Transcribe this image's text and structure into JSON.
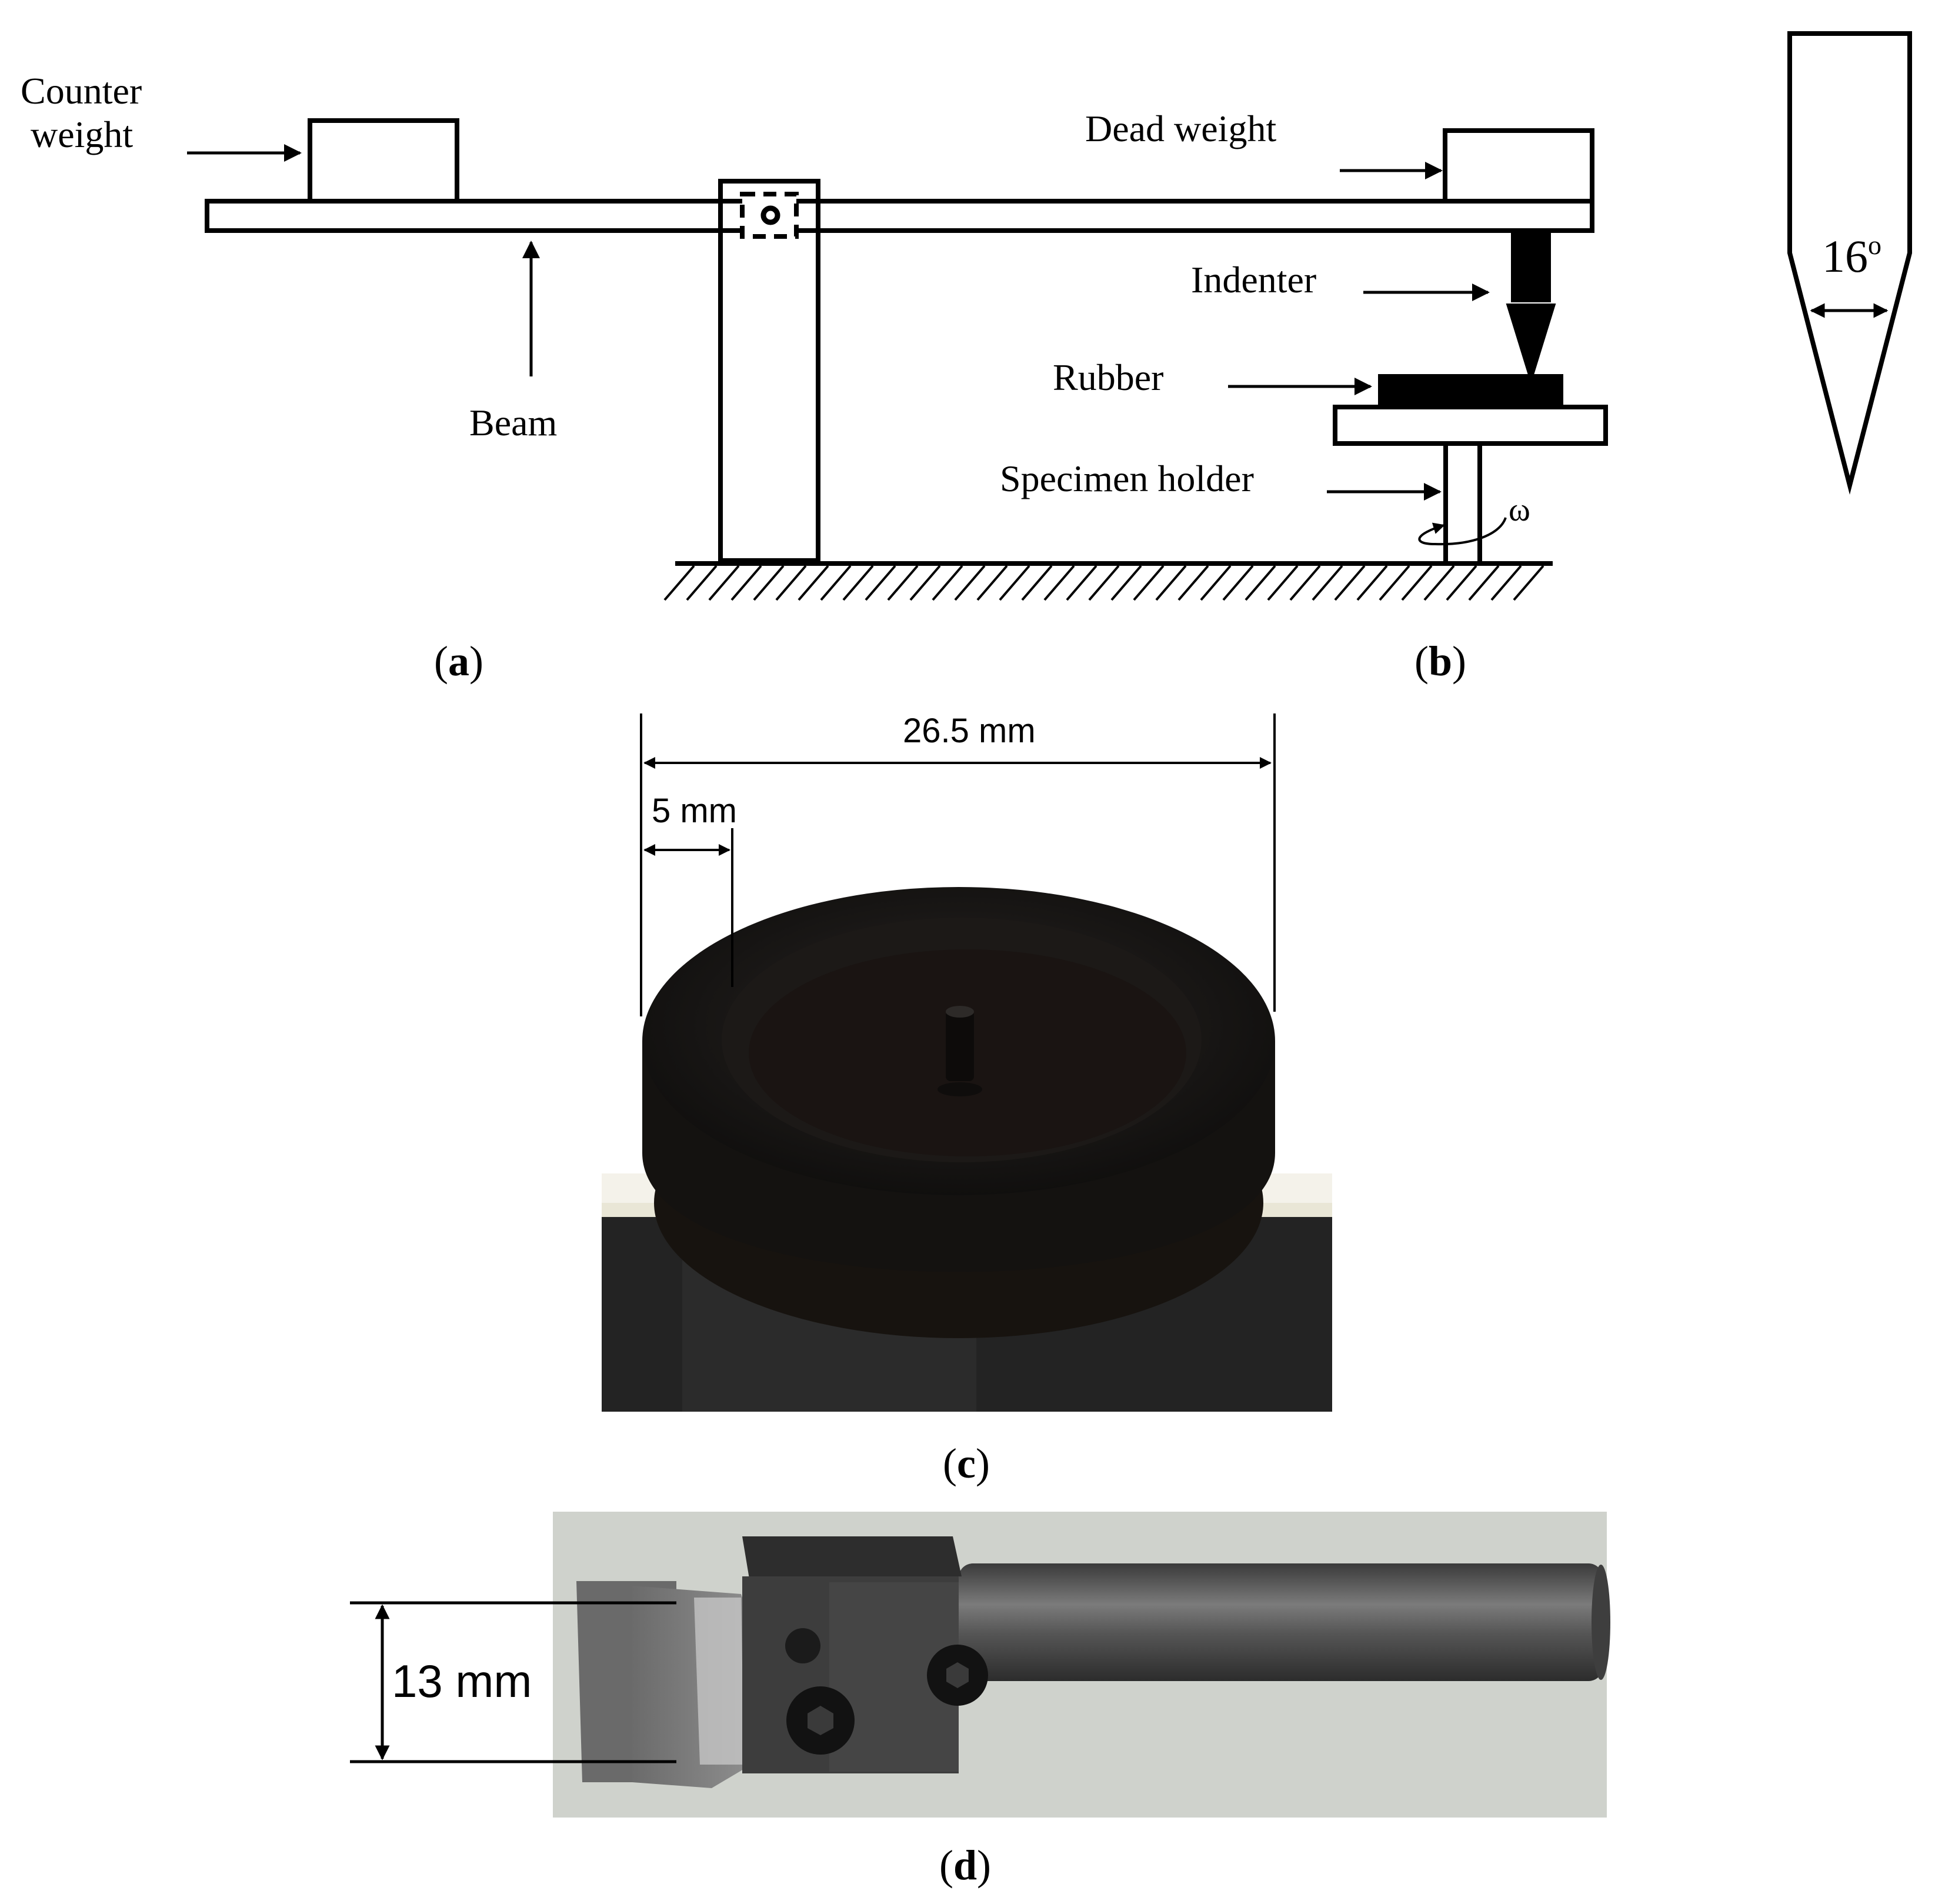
{
  "panel_a": {
    "counter_weight_line1": "Counter",
    "counter_weight_line2": "weight",
    "beam": "Beam",
    "dead_weight": "Dead weight",
    "indenter": "Indenter",
    "rubber": "Rubber",
    "specimen_holder": "Specimen holder",
    "omega": "ω",
    "caption_open": "(",
    "caption_letter": "a",
    "caption_close": ")"
  },
  "panel_b": {
    "angle": "16",
    "angle_degree": "o",
    "caption_open": "(",
    "caption_letter": "b",
    "caption_close": ")"
  },
  "panel_c": {
    "outer_dimension": "26.5 mm",
    "rim_dimension": "5 mm",
    "caption_open": "(",
    "caption_letter": "c",
    "caption_close": ")"
  },
  "panel_d": {
    "height_dimension": "13 mm",
    "caption_open": "(",
    "caption_letter": "d",
    "caption_close": ")"
  },
  "colors": {
    "line": "#000000",
    "rubber_dark": "#1a1a1a",
    "photo_bg_c": "#e9e6dc",
    "photo_bg_d": "#c7cbc4",
    "steel": "#4a4a4a"
  }
}
